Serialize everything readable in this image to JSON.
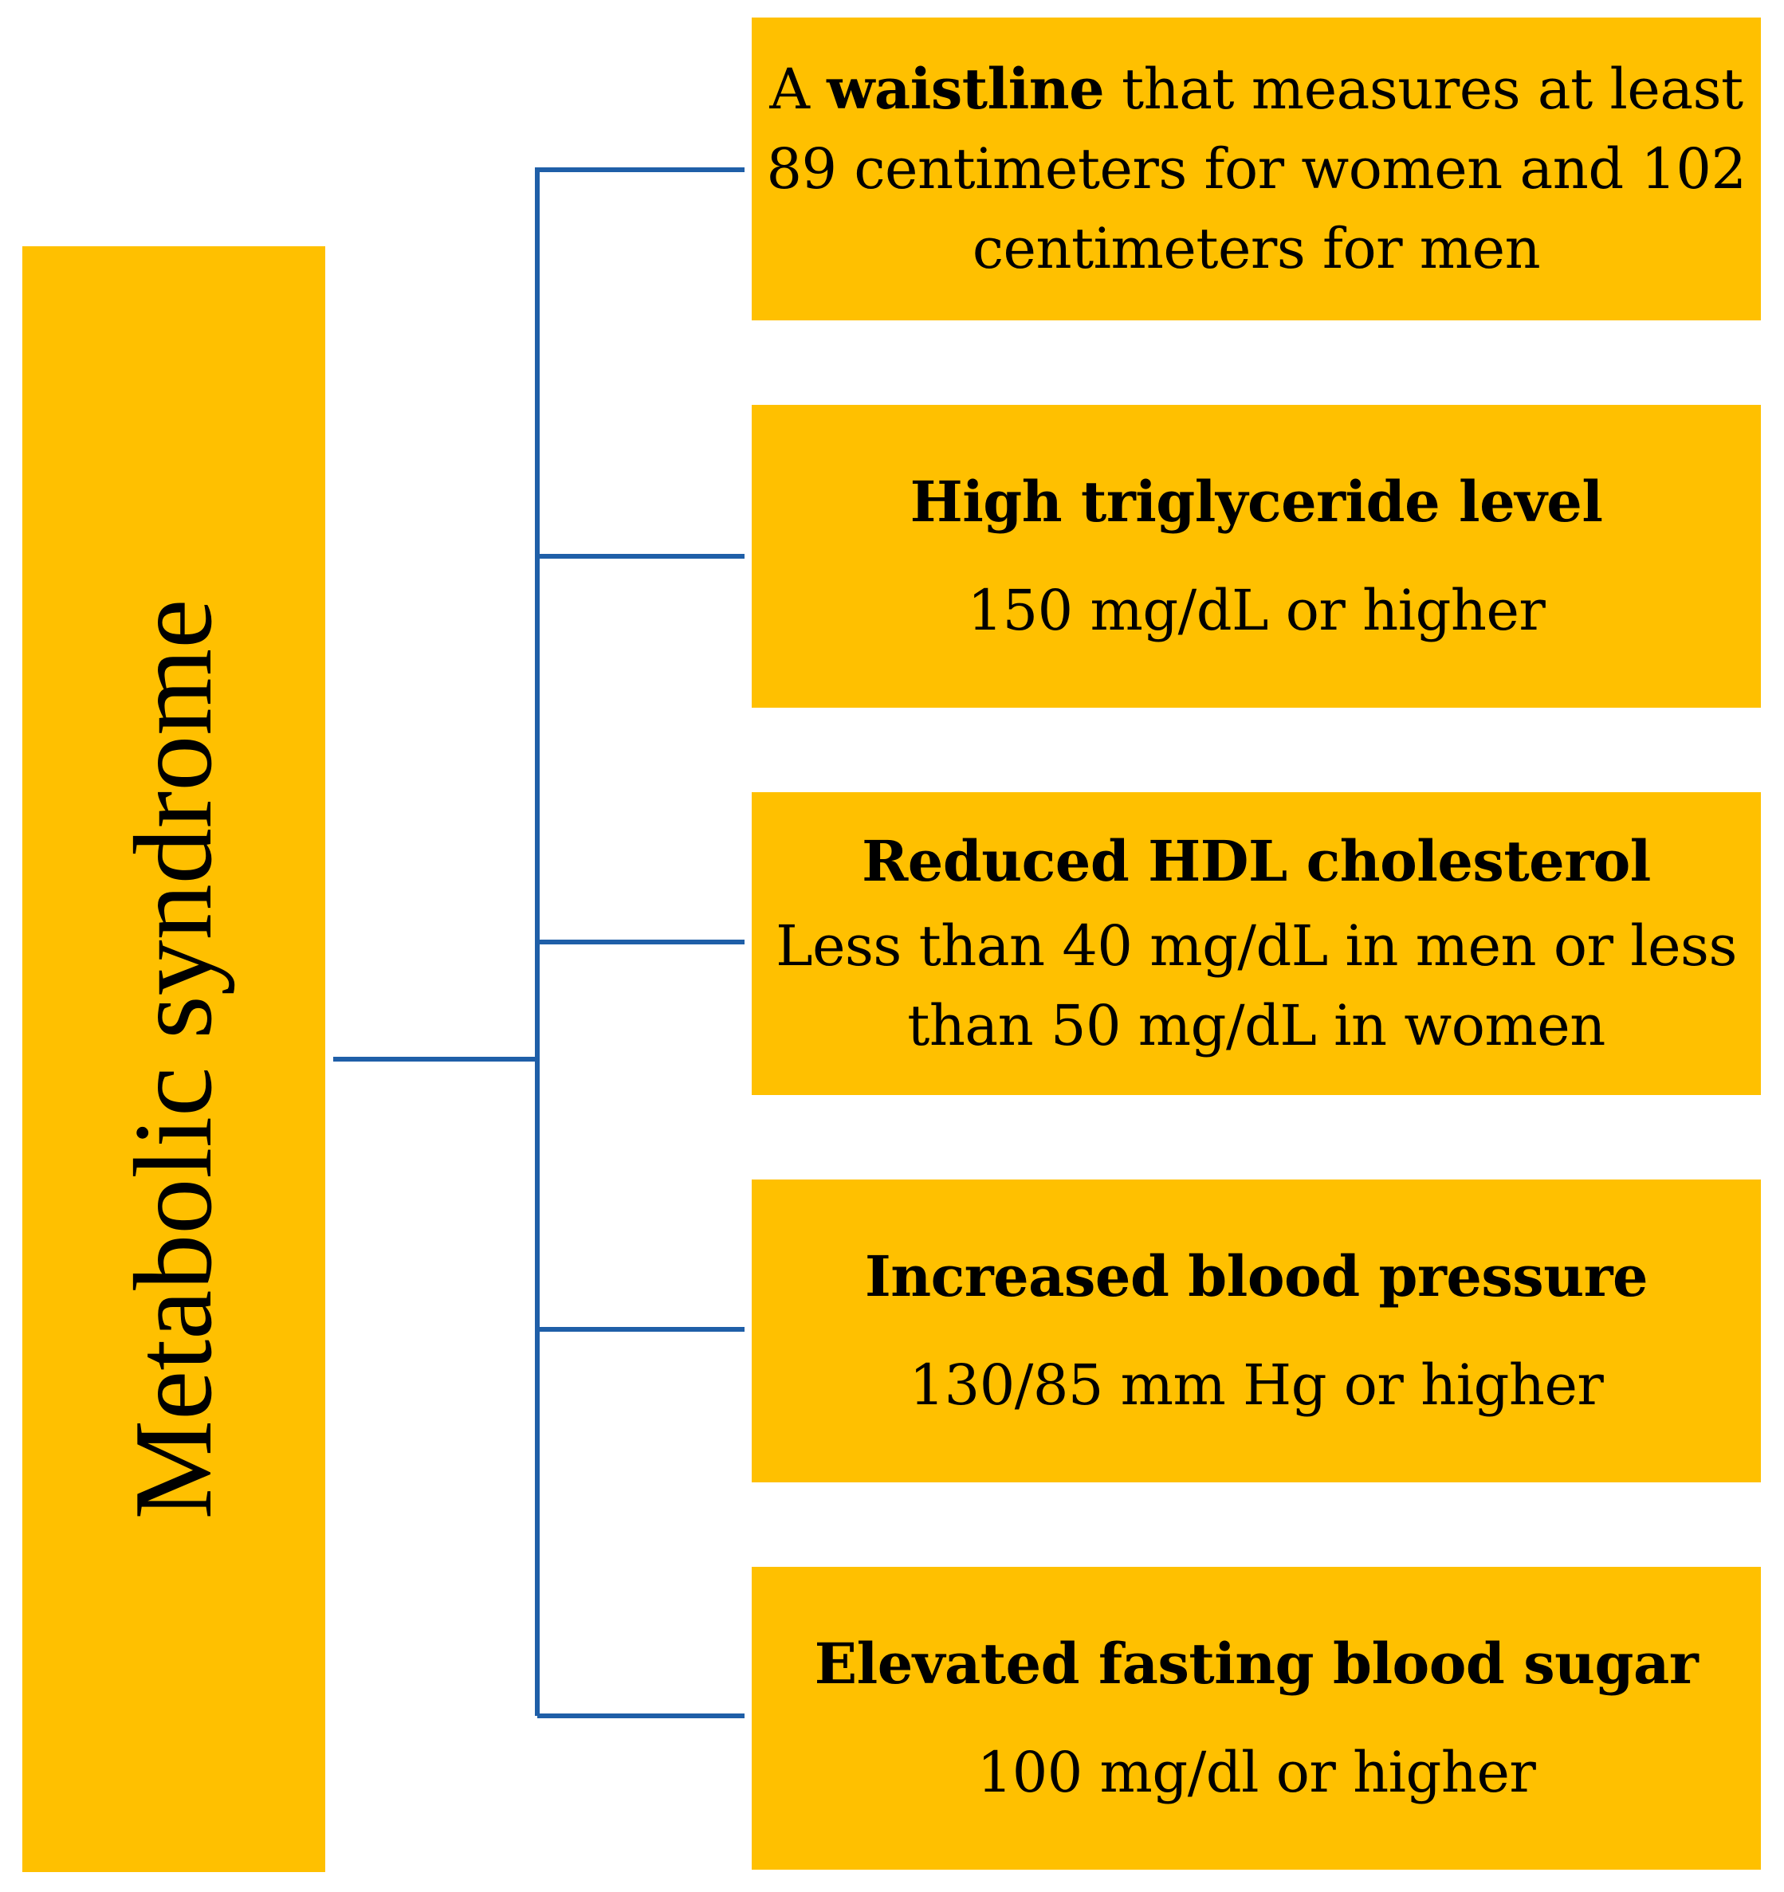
{
  "root": {
    "label": "Metabolic syndrome"
  },
  "criteria": [
    {
      "prefix": "A ",
      "bold": "waistline",
      "suffix_line1": " that measures at least",
      "line2": "89 centimeters for women and 102",
      "line3": "centimeters for men"
    },
    {
      "title": "High triglyceride level",
      "detail": "150 mg/dL or higher"
    },
    {
      "title": "Reduced HDL cholesterol",
      "detail_line1": "Less than 40 mg/dL in men or less",
      "detail_line2": "than 50 mg/dL in women"
    },
    {
      "title": "Increased blood pressure",
      "detail": "130/85 mm Hg or higher"
    },
    {
      "title": "Elevated fasting blood sugar",
      "detail": "100 mg/dl or higher"
    }
  ],
  "colors": {
    "box_fill": "#FFC000",
    "connector": "#1F5FA8"
  }
}
